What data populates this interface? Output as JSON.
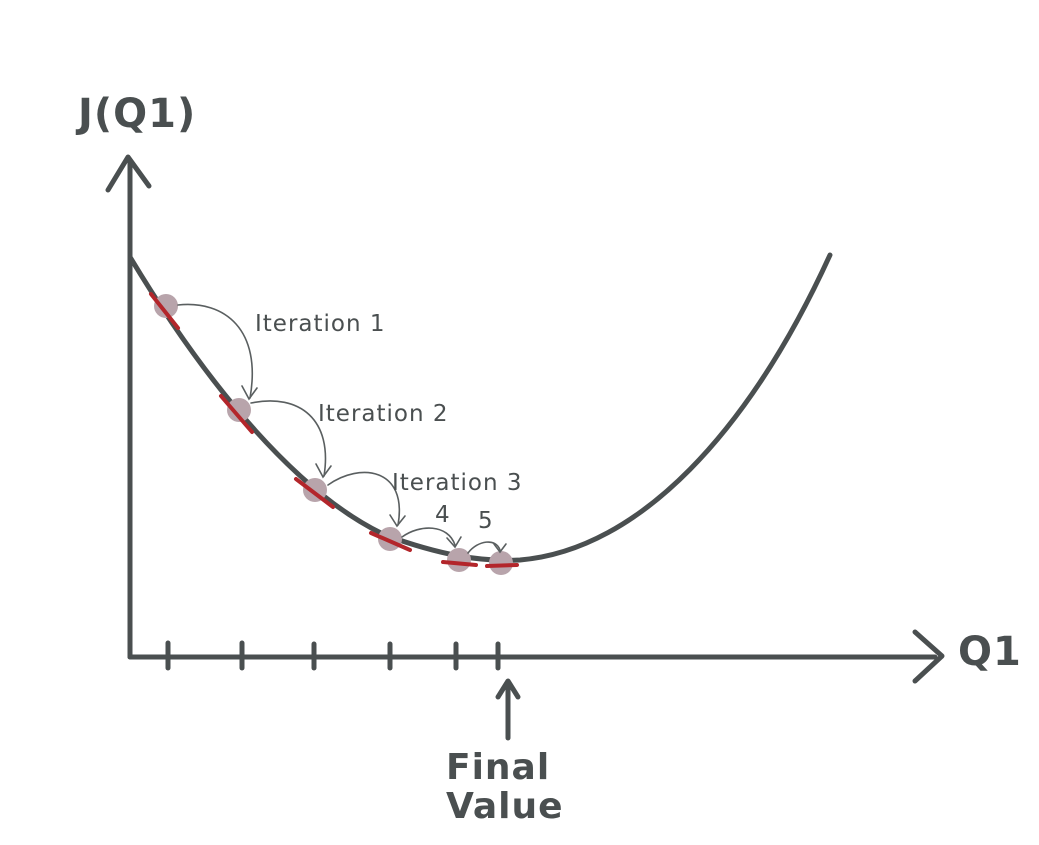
{
  "diagram": {
    "y_axis_label": "J(Q1)",
    "x_axis_label": "Q1",
    "annotations": {
      "iteration_1": "Iteration 1",
      "iteration_2": "Iteration 2",
      "iteration_3": "Iteration 3",
      "step_4": "4",
      "step_5": "5"
    },
    "final_value_line1": "Final",
    "final_value_line2": "Value"
  },
  "colors": {
    "ink": "#4a4f50",
    "point_fill": "#b8a4ab",
    "tangent": "#b3262b",
    "background": "#ffffff"
  }
}
